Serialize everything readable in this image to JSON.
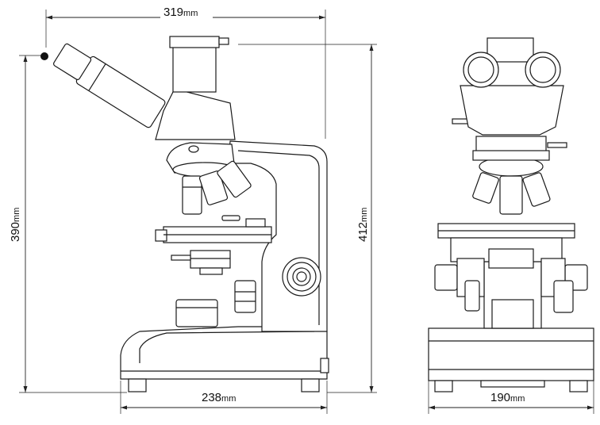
{
  "drawing": {
    "views": [
      "side-view",
      "front-view"
    ]
  },
  "dimensions": {
    "overall_width": {
      "value": "319",
      "unit": "mm"
    },
    "eyepiece_height": {
      "value": "390",
      "unit": "mm"
    },
    "overall_height": {
      "value": "412",
      "unit": "mm"
    },
    "base_depth": {
      "value": "238",
      "unit": "mm"
    },
    "base_width": {
      "value": "190",
      "unit": "mm"
    }
  }
}
